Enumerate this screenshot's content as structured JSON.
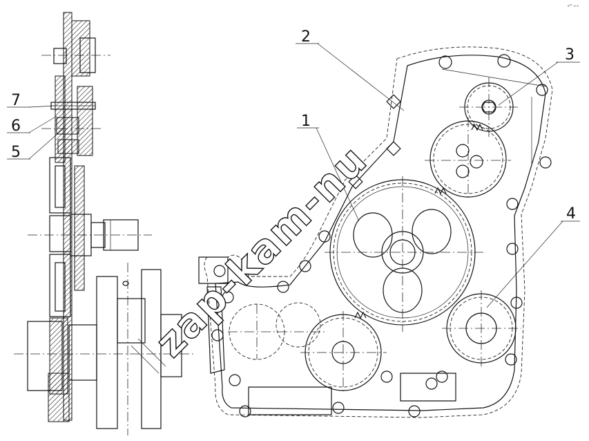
{
  "watermark": "zap-kam-nu",
  "corner_mark": "s⁰⁰ ∞∞",
  "callouts": [
    {
      "id": "1",
      "label": "1"
    },
    {
      "id": "2",
      "label": "2"
    },
    {
      "id": "3",
      "label": "3"
    },
    {
      "id": "4",
      "label": "4"
    },
    {
      "id": "5",
      "label": "5"
    },
    {
      "id": "6",
      "label": "6"
    },
    {
      "id": "7",
      "label": "7"
    }
  ]
}
